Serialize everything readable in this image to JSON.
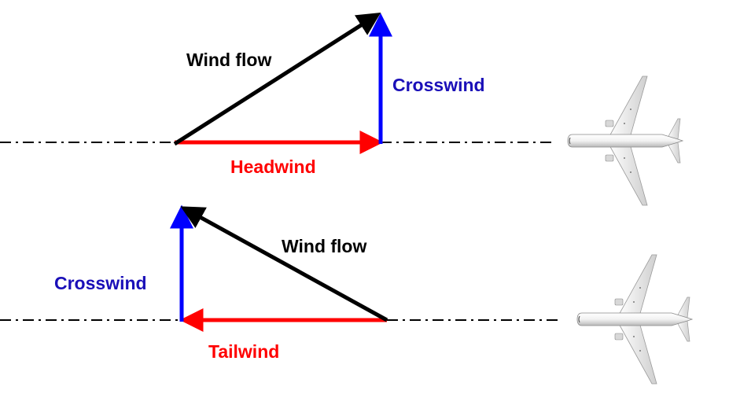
{
  "colors": {
    "wind_flow": "#000000",
    "crosswind_arrow": "#0000ff",
    "crosswind_text": "#1a0fb8",
    "along_component": "#ff0000",
    "centerline": "#000000"
  },
  "scenarios": [
    {
      "id": "headwind-case",
      "wind_flow_label": "Wind flow",
      "crosswind_label": "Crosswind",
      "along_label": "Headwind",
      "along_direction": "toward-aircraft"
    },
    {
      "id": "tailwind-case",
      "wind_flow_label": "Wind flow",
      "crosswind_label": "Crosswind",
      "along_label": "Tailwind",
      "along_direction": "away-from-aircraft"
    }
  ],
  "icons": {
    "aircraft": "airplane-top-view-icon"
  }
}
